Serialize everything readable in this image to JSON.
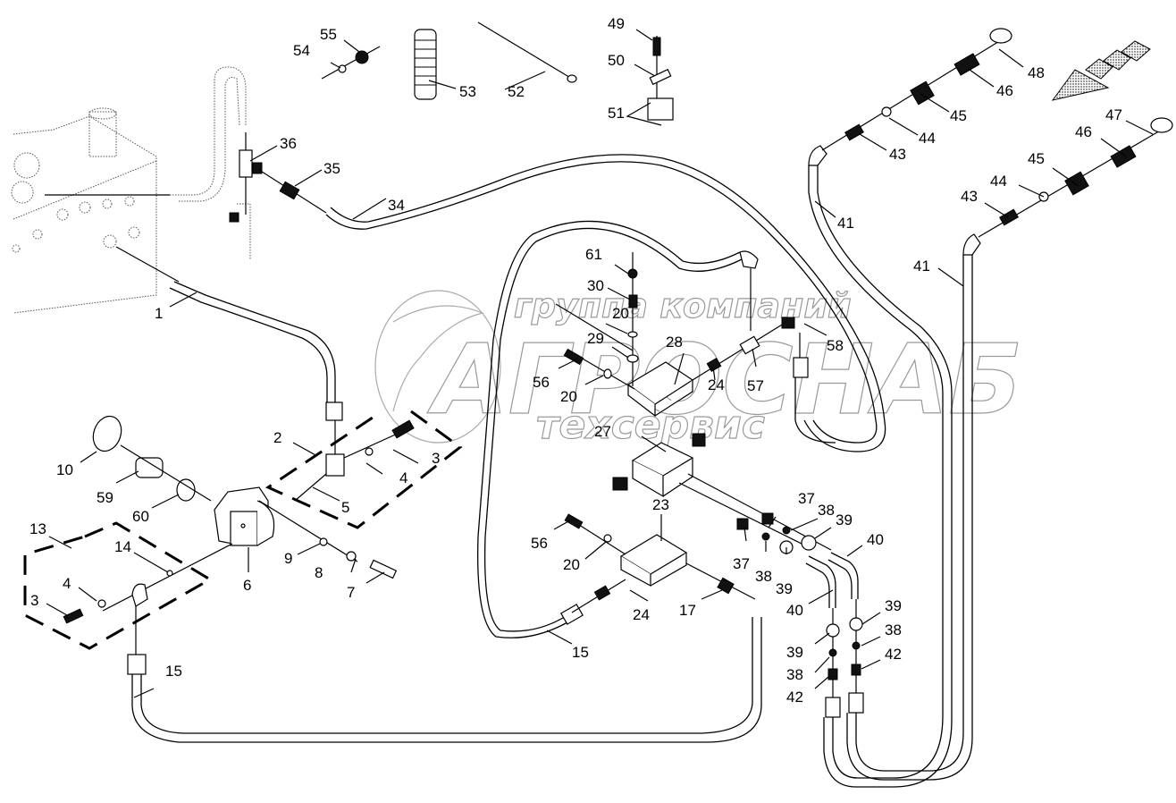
{
  "diagram": {
    "type": "exploded parts diagram (hydraulic lines)",
    "watermark": {
      "line1": "группа компаний",
      "line2": "АГРОСНАБ",
      "line3": "техсервис"
    },
    "labels": [
      {
        "id": "l1",
        "text": "1"
      },
      {
        "id": "l2",
        "text": "2"
      },
      {
        "id": "l3a",
        "text": "3"
      },
      {
        "id": "l3b",
        "text": "3"
      },
      {
        "id": "l4a",
        "text": "4"
      },
      {
        "id": "l4b",
        "text": "4"
      },
      {
        "id": "l5",
        "text": "5"
      },
      {
        "id": "l6",
        "text": "6"
      },
      {
        "id": "l7",
        "text": "7"
      },
      {
        "id": "l8",
        "text": "8"
      },
      {
        "id": "l9",
        "text": "9"
      },
      {
        "id": "l10",
        "text": "10"
      },
      {
        "id": "l13",
        "text": "13"
      },
      {
        "id": "l14",
        "text": "14"
      },
      {
        "id": "l15a",
        "text": "15"
      },
      {
        "id": "l15b",
        "text": "15"
      },
      {
        "id": "l17",
        "text": "17"
      },
      {
        "id": "l20a",
        "text": "20"
      },
      {
        "id": "l20b",
        "text": "20"
      },
      {
        "id": "l20c",
        "text": "20"
      },
      {
        "id": "l23",
        "text": "23"
      },
      {
        "id": "l24a",
        "text": "24"
      },
      {
        "id": "l24b",
        "text": "24"
      },
      {
        "id": "l27",
        "text": "27"
      },
      {
        "id": "l28",
        "text": "28"
      },
      {
        "id": "l29",
        "text": "29"
      },
      {
        "id": "l30",
        "text": "30"
      },
      {
        "id": "l34",
        "text": "34"
      },
      {
        "id": "l35",
        "text": "35"
      },
      {
        "id": "l36",
        "text": "36"
      },
      {
        "id": "l37a",
        "text": "37"
      },
      {
        "id": "l37b",
        "text": "37"
      },
      {
        "id": "l38a",
        "text": "38"
      },
      {
        "id": "l38b",
        "text": "38"
      },
      {
        "id": "l38c",
        "text": "38"
      },
      {
        "id": "l38d",
        "text": "38"
      },
      {
        "id": "l39a",
        "text": "39"
      },
      {
        "id": "l39b",
        "text": "39"
      },
      {
        "id": "l39c",
        "text": "39"
      },
      {
        "id": "l39d",
        "text": "39"
      },
      {
        "id": "l40a",
        "text": "40"
      },
      {
        "id": "l40b",
        "text": "40"
      },
      {
        "id": "l41a",
        "text": "41"
      },
      {
        "id": "l41b",
        "text": "41"
      },
      {
        "id": "l42a",
        "text": "42"
      },
      {
        "id": "l42b",
        "text": "42"
      },
      {
        "id": "l43a",
        "text": "43"
      },
      {
        "id": "l43b",
        "text": "43"
      },
      {
        "id": "l44a",
        "text": "44"
      },
      {
        "id": "l44b",
        "text": "44"
      },
      {
        "id": "l45a",
        "text": "45"
      },
      {
        "id": "l45b",
        "text": "45"
      },
      {
        "id": "l46a",
        "text": "46"
      },
      {
        "id": "l46b",
        "text": "46"
      },
      {
        "id": "l47",
        "text": "47"
      },
      {
        "id": "l48",
        "text": "48"
      },
      {
        "id": "l49",
        "text": "49"
      },
      {
        "id": "l50",
        "text": "50"
      },
      {
        "id": "l51",
        "text": "51"
      },
      {
        "id": "l52",
        "text": "52"
      },
      {
        "id": "l53",
        "text": "53"
      },
      {
        "id": "l54",
        "text": "54"
      },
      {
        "id": "l55",
        "text": "55"
      },
      {
        "id": "l56a",
        "text": "56"
      },
      {
        "id": "l56b",
        "text": "56"
      },
      {
        "id": "l57",
        "text": "57"
      },
      {
        "id": "l58",
        "text": "58"
      },
      {
        "id": "l59",
        "text": "59"
      },
      {
        "id": "l60",
        "text": "60"
      },
      {
        "id": "l61",
        "text": "61"
      }
    ]
  }
}
